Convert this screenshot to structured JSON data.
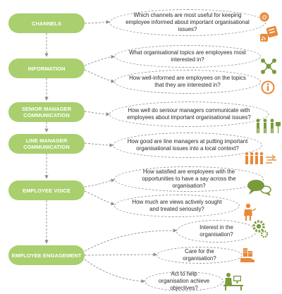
{
  "colors": {
    "stage_fill": "#a9cf6e",
    "stage_text": "#ffffff",
    "connector": "#8f8f8f",
    "icon_orange": "#e8893a",
    "icon_green": "#7a9a3c"
  },
  "stages": [
    {
      "label": "CHANNELS"
    },
    {
      "label": "INFORMATION"
    },
    {
      "label": "SENIOR MANAGER COMMUNICATION"
    },
    {
      "label": "LINE MANAGER COMMUNICATION"
    },
    {
      "label": "EMPLOYEE VOICE"
    },
    {
      "label": "EMPLOYEE ENGAGEMENT"
    }
  ],
  "questions": [
    {
      "text": "Which channels are most useful for keeping employee informed about important organisational issues?",
      "icon": "media-channels-icon"
    },
    {
      "text": "What organisational topics are employees most interested in?",
      "icon": "network-icon"
    },
    {
      "text": "How well-informed are employees on the topics that they are interested in?",
      "icon": "info-icon"
    },
    {
      "text": "How well do seniour managers communicate with employees about important organisational issues?",
      "icon": "managers-presenting-icon"
    },
    {
      "text": "How good are line managers at putting important organisational issues into a local context?",
      "icon": "team-briefing-icon"
    },
    {
      "text": "How satisfied are employees with the opportunities to have a say across the organisation?",
      "icon": "speech-bubbles-icon"
    },
    {
      "text": "How much are views actively sought and treated seriously?",
      "icon": "speaker-icon"
    },
    {
      "text": "Interest in the organisation?",
      "icon": "gears-icon"
    },
    {
      "text": "Care for the organisation?",
      "icon": "caring-hand-icon"
    },
    {
      "text": "Act to help organisation achieve objectives?",
      "icon": "desk-worker-icon"
    }
  ]
}
